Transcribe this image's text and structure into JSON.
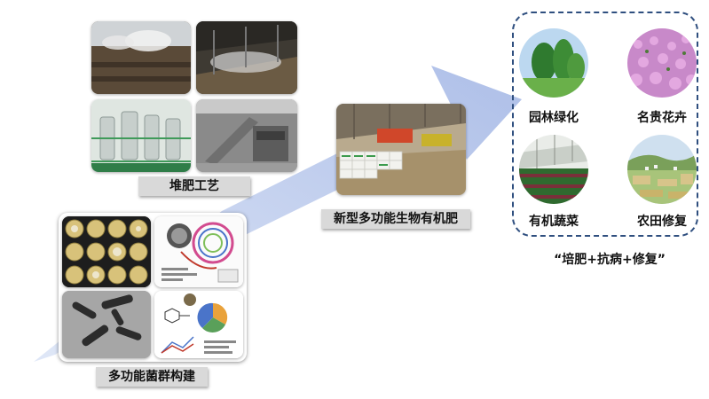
{
  "stages": {
    "consortium": {
      "label": "多功能菌群构建"
    },
    "composting": {
      "label": "堆肥工艺"
    },
    "fertilizer": {
      "label": "新型多功能生物有机肥"
    }
  },
  "applications": {
    "items": [
      {
        "label": "园林绿化"
      },
      {
        "label": "名贵花卉"
      },
      {
        "label": "有机蔬菜"
      },
      {
        "label": "农田修复"
      }
    ],
    "caption": "“培肥+抗病+修复”"
  },
  "colors": {
    "arrow": "#b9c8ea",
    "dashed_border": "#2f4f7f",
    "label_bg": "#d9d9d9"
  }
}
